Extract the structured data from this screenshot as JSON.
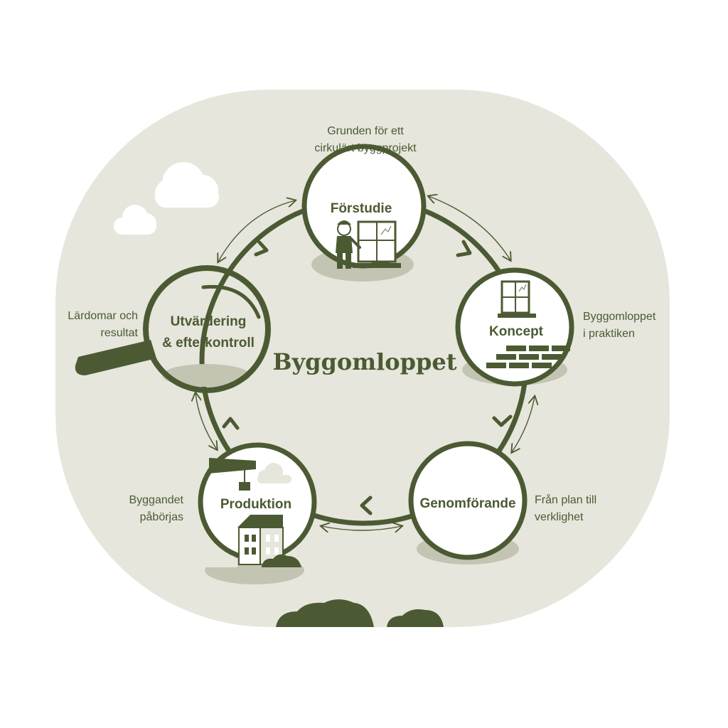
{
  "title": "Byggomloppet",
  "colors": {
    "background": "#e6e6dc",
    "dark_green": "#4b5a32",
    "shadow": "#c4c4b2",
    "white": "#ffffff"
  },
  "stages": [
    {
      "id": "forstudie",
      "label_lines": [
        "Förstudie"
      ],
      "caption_lines": [
        "Grunden för ett",
        "cirkulärt byggprojekt"
      ]
    },
    {
      "id": "koncept",
      "label_lines": [
        "Koncept"
      ],
      "caption_lines": [
        "Byggomloppet",
        "i praktiken"
      ]
    },
    {
      "id": "genomforande",
      "label_lines": [
        "Genomförande"
      ],
      "caption_lines": [
        "Från plan till",
        "verklighet"
      ]
    },
    {
      "id": "produktion",
      "label_lines": [
        "Produktion"
      ],
      "caption_lines": [
        "Byggandet",
        "påbörjas"
      ]
    },
    {
      "id": "utvardering",
      "label_lines": [
        "Utvärdering",
        "& efterkontroll"
      ],
      "caption_lines": [
        "Lärdomar och",
        "resultat"
      ]
    }
  ],
  "icons": {
    "forstudie": "worker-with-window-icon",
    "koncept": "window-and-bricks-icon",
    "produktion": "house-with-crane-icon",
    "utvardering": "magnifying-glass-icon"
  }
}
